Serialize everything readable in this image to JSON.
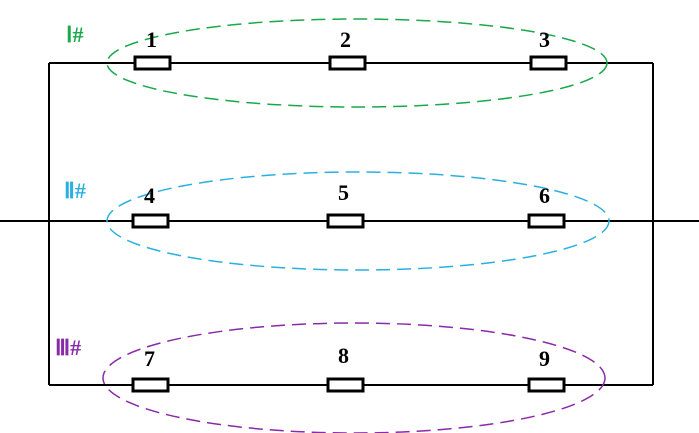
{
  "groups": [
    {
      "label": "Ⅰ#",
      "color": "#1aa84a"
    },
    {
      "label": "Ⅱ#",
      "color": "#2ab0e0"
    },
    {
      "label": "Ⅲ#",
      "color": "#8a2aa8"
    }
  ],
  "resistors": [
    {
      "label": "1"
    },
    {
      "label": "2"
    },
    {
      "label": "3"
    },
    {
      "label": "4"
    },
    {
      "label": "5"
    },
    {
      "label": "6"
    },
    {
      "label": "7"
    },
    {
      "label": "8"
    },
    {
      "label": "9"
    }
  ]
}
